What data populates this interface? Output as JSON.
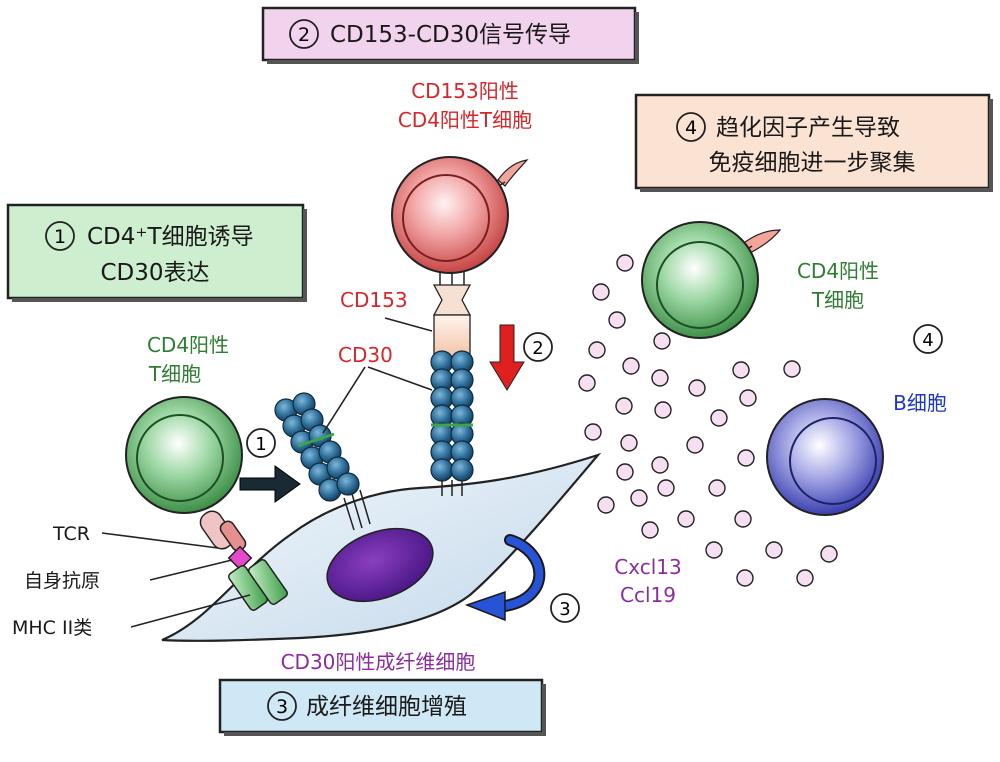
{
  "boxes": {
    "box1": {
      "num": "1",
      "line1": "CD4⁺T细胞诱导",
      "line2": "CD30表达"
    },
    "box2": {
      "num": "2",
      "line1": "CD153-CD30信号传导"
    },
    "box3": {
      "num": "3",
      "line1": "成纤维细胞增殖"
    },
    "box4": {
      "num": "4",
      "line1": "趋化因子产生导致",
      "line2": "免疫细胞进一步聚集"
    }
  },
  "labels": {
    "cd153_tcell_line1": "CD153阳性",
    "cd153_tcell_line2": "CD4阳性T细胞",
    "cd4_left_line1": "CD4阳性",
    "cd4_left_line2": "T细胞",
    "cd4_right_line1": "CD4阳性",
    "cd4_right_line2": "T细胞",
    "b_cell": "B细胞",
    "cd153": "CD153",
    "cd30": "CD30",
    "tcr": "TCR",
    "autoantigen": "自身抗原",
    "mhc": "MHC II类",
    "fibroblast": "CD30阳性成纤维细胞",
    "chemokine1": "Cxcl13",
    "chemokine2": "Ccl19"
  },
  "step_markers": {
    "arrow1": "1",
    "arrow2": "2",
    "arrow3": "3",
    "label4": "4"
  },
  "colors": {
    "red": "#d7262b",
    "green": "#2e7d32",
    "blue": "#1f35c9",
    "purple": "#8a2e9c",
    "box1_fill": "#cdeecf",
    "box2_fill": "#f1d3ee",
    "box3_fill": "#cfe8f6",
    "box4_fill": "#fbe3d3"
  }
}
